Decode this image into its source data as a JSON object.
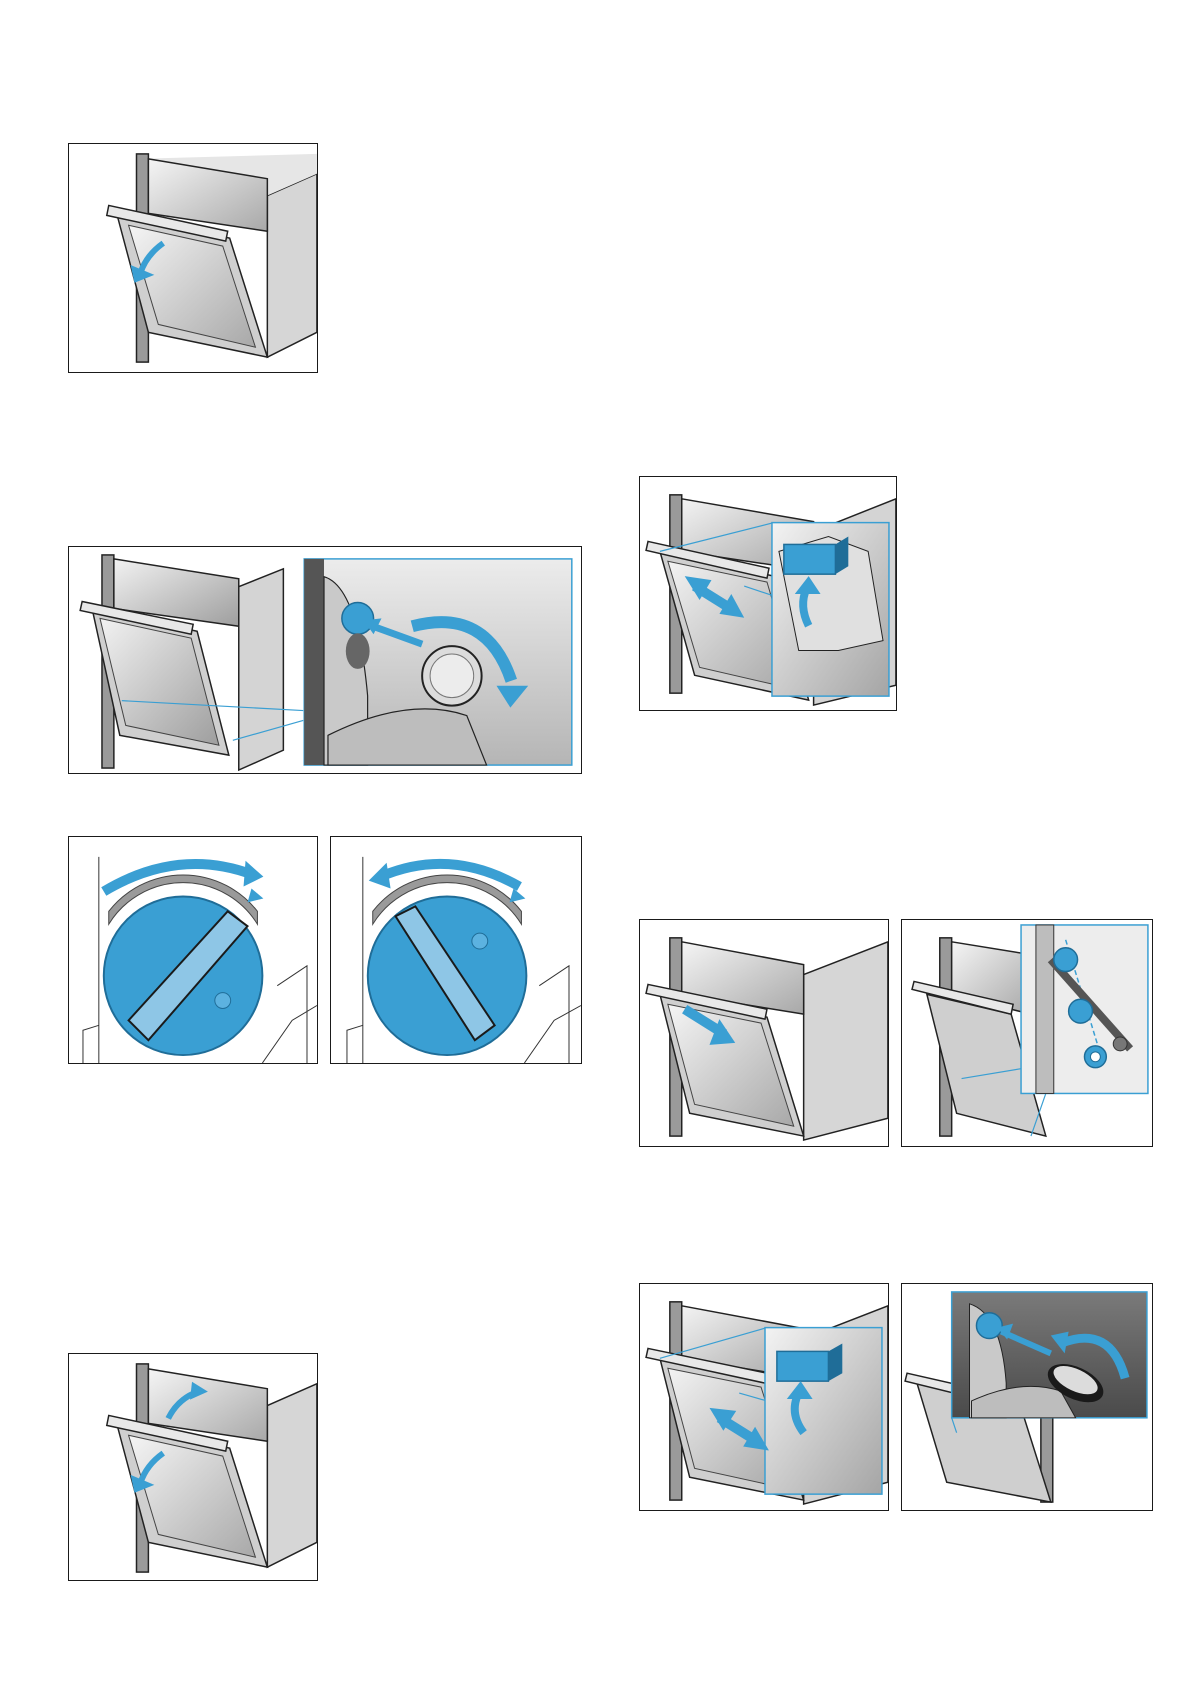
{
  "page": {
    "description_count": 10
  },
  "figures": [
    {
      "id": "fig-open-door",
      "icon": "door-open-arrow-icon"
    },
    {
      "id": "fig-lock-lever",
      "icon": "hinge-lever-rotate-icon"
    },
    {
      "id": "fig-lever-open",
      "icon": "lever-clockwise-icon"
    },
    {
      "id": "fig-lever-closed",
      "icon": "lever-counterclockwise-icon"
    },
    {
      "id": "fig-close-door",
      "icon": "door-close-arrow-icon"
    },
    {
      "id": "fig-release-glass",
      "icon": "clip-push-icon"
    },
    {
      "id": "fig-lift-door",
      "icon": "door-tilt-arrow-icon"
    },
    {
      "id": "fig-hinge-detail",
      "icon": "hinge-pins-icon"
    },
    {
      "id": "fig-insert-glass",
      "icon": "clip-insert-icon"
    },
    {
      "id": "fig-turn-lever-back",
      "icon": "lever-rotate-back-icon"
    }
  ],
  "colors": {
    "accent": "#3a9fd3",
    "accent_dark": "#1f6d98",
    "frame": "#1a1a1a",
    "steel_light": "#e6e6e6",
    "steel_mid": "#bdbdbd",
    "steel_dark": "#8a8a8a"
  }
}
